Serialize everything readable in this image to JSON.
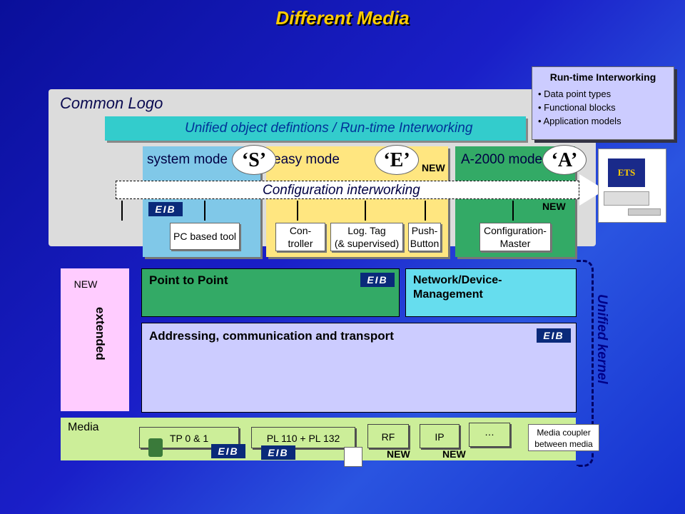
{
  "title": "Different Media",
  "common_logo": {
    "heading": "Common Logo",
    "unified_bar": "Unified object defintions / Run-time Interworking"
  },
  "runtime_box": {
    "title": "Run-time Interworking",
    "items": [
      "Data point types",
      "Functional blocks",
      "Application models"
    ]
  },
  "ets": {
    "label": "ETS"
  },
  "modes": {
    "system": {
      "label": "system mode",
      "letter": "‘S’",
      "tool": "PC based tool"
    },
    "easy": {
      "label": "easy mode",
      "letter": "‘E’",
      "new": "NEW",
      "tools": [
        "Con-\ntroller",
        "Log. Tag\n(& supervised)",
        "Push-\nButton"
      ]
    },
    "a2000": {
      "label": "A-2000 mode",
      "letter": "‘A’",
      "new": "NEW",
      "tool": "Configuration-\nMaster"
    }
  },
  "config_band": "Configuration interworking",
  "logo_text": "EIB",
  "stack": {
    "new": "NEW",
    "extended": "extended",
    "point_to_point": "Point to Point",
    "network_mgmt": "Network/Device-\nManagement",
    "addressing": "Addressing, communication and transport",
    "unified_kernel": "Unified kernel"
  },
  "media": {
    "label": "Media",
    "tp": "TP 0 & 1",
    "pl": "PL 110 + PL 132",
    "rf": "RF",
    "rf_new": "NEW",
    "ip": "IP",
    "ip_new": "NEW",
    "more": "…",
    "coupler": "Media coupler\nbetween media"
  },
  "colors": {
    "background": "#1a1fc8",
    "title": "#ffcc00",
    "system_mode": "#80c8e8",
    "easy_mode": "#ffe680",
    "a2000_mode": "#33aa66",
    "network_mgmt": "#66ddee",
    "addressing": "#ccccff",
    "media": "#ccee99",
    "extended": "#ffccff"
  }
}
